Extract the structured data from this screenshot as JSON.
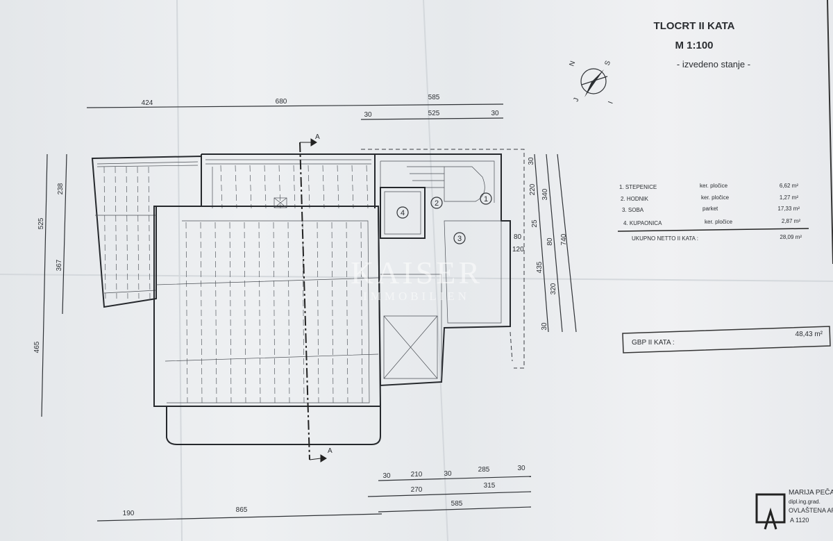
{
  "title": {
    "name": "TLOCRT II KATA",
    "scale": "M 1:100",
    "subtitle": "- izvedeno stanje -"
  },
  "compass": {
    "n": "N",
    "s": "S",
    "j": "J",
    "i": "I"
  },
  "dimensions": {
    "top_row1": [
      "424",
      "680",
      "585"
    ],
    "top_row2": [
      "30",
      "525",
      "30"
    ],
    "left": [
      "525",
      "238",
      "367",
      "465"
    ],
    "right_col1": [
      "30",
      "220",
      "25",
      "435",
      "30"
    ],
    "right_col2": [
      "340",
      "80",
      "320"
    ],
    "right_col3": [
      "740"
    ],
    "window": [
      "80",
      "120"
    ],
    "bottom_row1": [
      "30",
      "210",
      "30",
      "285",
      "30"
    ],
    "bottom_row2": [
      "270",
      "315"
    ],
    "bottom_row3": [
      "585"
    ],
    "bottom_row4": [
      "190",
      "865"
    ]
  },
  "rooms": [
    "1",
    "2",
    "3",
    "4"
  ],
  "section_marks": [
    "A",
    "A"
  ],
  "area_table": {
    "rows": [
      {
        "name": "1. STEPENICE",
        "finish": "ker. pločice",
        "area": "6,62 m²"
      },
      {
        "name": "2. HODNIK",
        "finish": "ker. pločice",
        "area": "1,27 m²"
      },
      {
        "name": "3. SOBA",
        "finish": "parket",
        "area": "17,33 m²"
      },
      {
        "name": "4. KUPAONICA",
        "finish": "ker. pločice",
        "area": "2,87 m²"
      }
    ],
    "total_label": "UKUPNO NETTO  II KATA :",
    "total_value": "28,09 m²"
  },
  "gbp": {
    "label": "GBP II KATA :",
    "value": "48,43 m²"
  },
  "stamp": {
    "name": "MARIJA PEČAR",
    "title": "dipl.ing.grad.",
    "role": "OVLAŠTENA ARH",
    "number": "A 1120",
    "logo_letter": "A"
  },
  "watermark": {
    "brand": "KAISER",
    "sub": "IMMOBILIEN"
  }
}
